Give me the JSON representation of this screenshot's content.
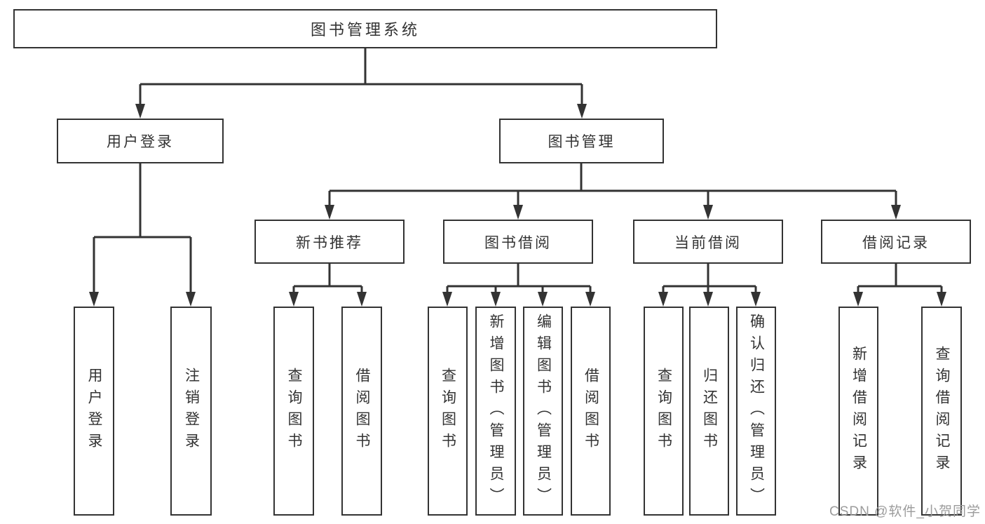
{
  "diagram": {
    "title": "图书管理系统",
    "colors": {
      "line": "#333333",
      "text": "#333333",
      "box_fill": "#ffffff",
      "background": "#ffffff",
      "watermark": "#9c9c9c"
    },
    "nodes": {
      "root": {
        "label": "图书管理系统"
      },
      "user_login": {
        "label": "用户登录"
      },
      "book_mgmt": {
        "label": "图书管理"
      },
      "new_book_rec": {
        "label": "新书推荐"
      },
      "book_borrow": {
        "label": "图书借阅"
      },
      "current_borrow": {
        "label": "当前借阅"
      },
      "borrow_record": {
        "label": "借阅记录"
      },
      "leaf_user_login": {
        "label": "用户登录"
      },
      "leaf_logout": {
        "label": "注销登录"
      },
      "leaf_query_book_a": {
        "label": "查询图书"
      },
      "leaf_borrow_book_a": {
        "label": "借阅图书"
      },
      "leaf_query_book_b": {
        "label": "查询图书"
      },
      "leaf_add_book": {
        "label": "新增图书（管理员）"
      },
      "leaf_edit_book": {
        "label": "编辑图书（管理员）"
      },
      "leaf_borrow_book_b": {
        "label": "借阅图书"
      },
      "leaf_query_book_c": {
        "label": "查询图书"
      },
      "leaf_return_book": {
        "label": "归还图书"
      },
      "leaf_confirm_return": {
        "label": "确认归还（管理员）"
      },
      "leaf_add_record": {
        "label": "新增借阅记录"
      },
      "leaf_query_record": {
        "label": "查询借阅记录"
      }
    },
    "edges": [
      {
        "from": "root",
        "to": [
          "user_login",
          "book_mgmt"
        ]
      },
      {
        "from": "user_login",
        "to": [
          "leaf_user_login",
          "leaf_logout"
        ]
      },
      {
        "from": "book_mgmt",
        "to": [
          "new_book_rec",
          "book_borrow",
          "current_borrow",
          "borrow_record"
        ]
      },
      {
        "from": "new_book_rec",
        "to": [
          "leaf_query_book_a",
          "leaf_borrow_book_a"
        ]
      },
      {
        "from": "book_borrow",
        "to": [
          "leaf_query_book_b",
          "leaf_add_book",
          "leaf_edit_book",
          "leaf_borrow_book_b"
        ]
      },
      {
        "from": "current_borrow",
        "to": [
          "leaf_query_book_c",
          "leaf_return_book",
          "leaf_confirm_return"
        ]
      },
      {
        "from": "borrow_record",
        "to": [
          "leaf_add_record",
          "leaf_query_record"
        ]
      }
    ]
  },
  "watermark": {
    "text": "CSDN @软件_小贺同学"
  }
}
